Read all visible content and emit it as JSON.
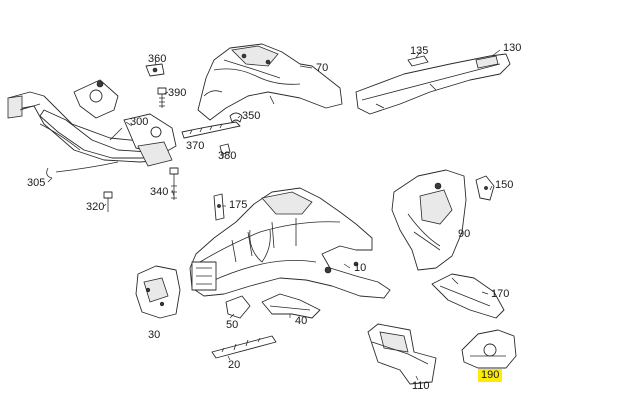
{
  "diagram": {
    "highlight_color": "#ffeb00",
    "callouts": {
      "c360": "360",
      "c390": "390",
      "c70": "70",
      "c135": "135",
      "c130": "130",
      "c300": "300",
      "c350": "350",
      "c370": "370",
      "c380": "380",
      "c305": "305",
      "c340": "340",
      "c320": "320",
      "c175": "175",
      "c150": "150",
      "c90": "90",
      "c10": "10",
      "c170": "170",
      "c30": "30",
      "c50": "50",
      "c40": "40",
      "c20": "20",
      "c110": "110",
      "c190": "190"
    }
  }
}
